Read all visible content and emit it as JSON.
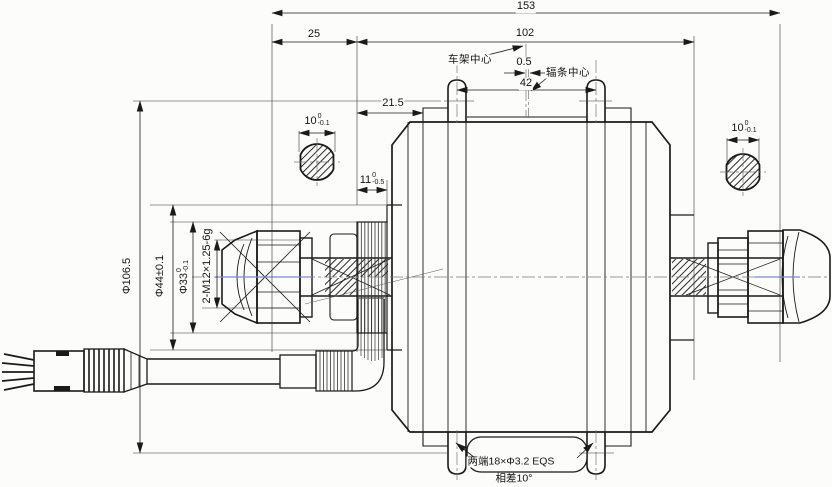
{
  "labels": {
    "frame_center": "车架中心",
    "spoke_center": "辐条中心",
    "spoke_holes_line1": "两端18×Φ3.2 EQS",
    "spoke_holes_line2": "相差10°",
    "thread_spec": "2-M12×1.25-6g"
  },
  "dimensions": {
    "overall_length": "153",
    "left_end_to_dropout": "25",
    "dropout_spacing": "102",
    "center_offset": "0.5",
    "flange_spacing": "42",
    "dropout_to_cover_step": "21.5",
    "freewheel_thread_length": {
      "value": "11",
      "tol_top": "0",
      "tol_bottom": "-0.5"
    },
    "axle_flat_left": {
      "value": "10",
      "tol_top": "0",
      "tol_bottom": "-0.1"
    },
    "axle_flat_right": {
      "value": "10",
      "tol_top": "0",
      "tol_bottom": "-0.1"
    },
    "flange_hole_circle_dia": "Φ106.5",
    "boss_dia": "Φ44±0.1",
    "freewheel_thread_dia": {
      "value": "Φ33",
      "tol_top": "0",
      "tol_bottom": "-0.1"
    }
  },
  "colors": {
    "line": "#1a1a1a",
    "centerline_accent": "#8086d8",
    "background": "#fcfcfb"
  }
}
